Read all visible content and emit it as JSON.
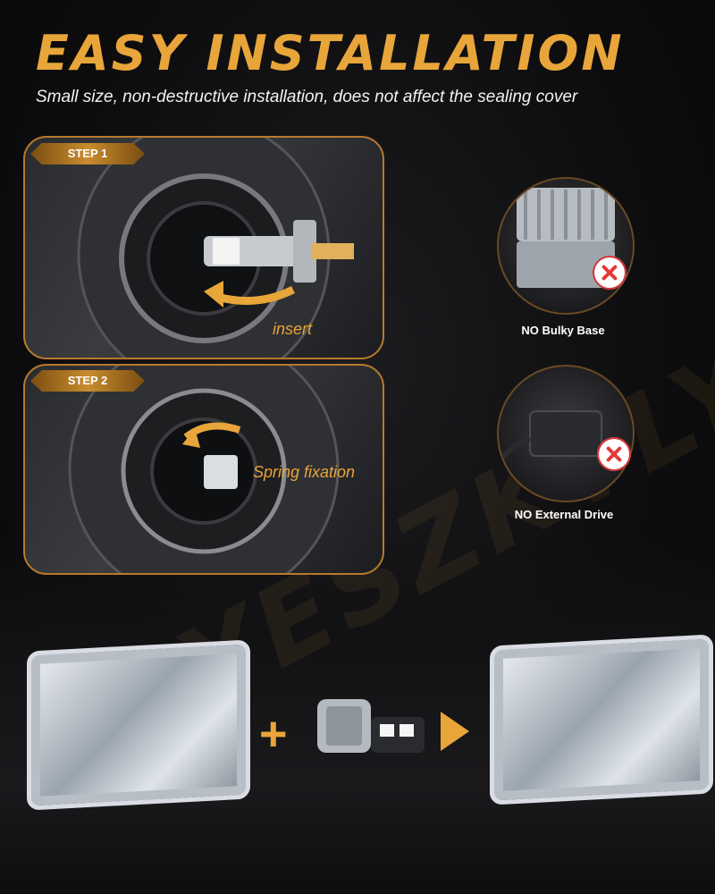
{
  "header": {
    "title": "EASY INSTALLATION",
    "subtitle": "Small size, non-destructive installation, does not affect the sealing cover"
  },
  "steps": [
    {
      "badge": "STEP 1",
      "caption": "insert"
    },
    {
      "badge": "STEP 2",
      "caption": "Spring fixation"
    }
  ],
  "comparisons": [
    {
      "label": "NO Bulky Base"
    },
    {
      "label": "NO External Drive"
    }
  ],
  "colors": {
    "accent": "#e8a53a",
    "panel_border": "#b87a2c",
    "no_mark": "#e53935"
  }
}
